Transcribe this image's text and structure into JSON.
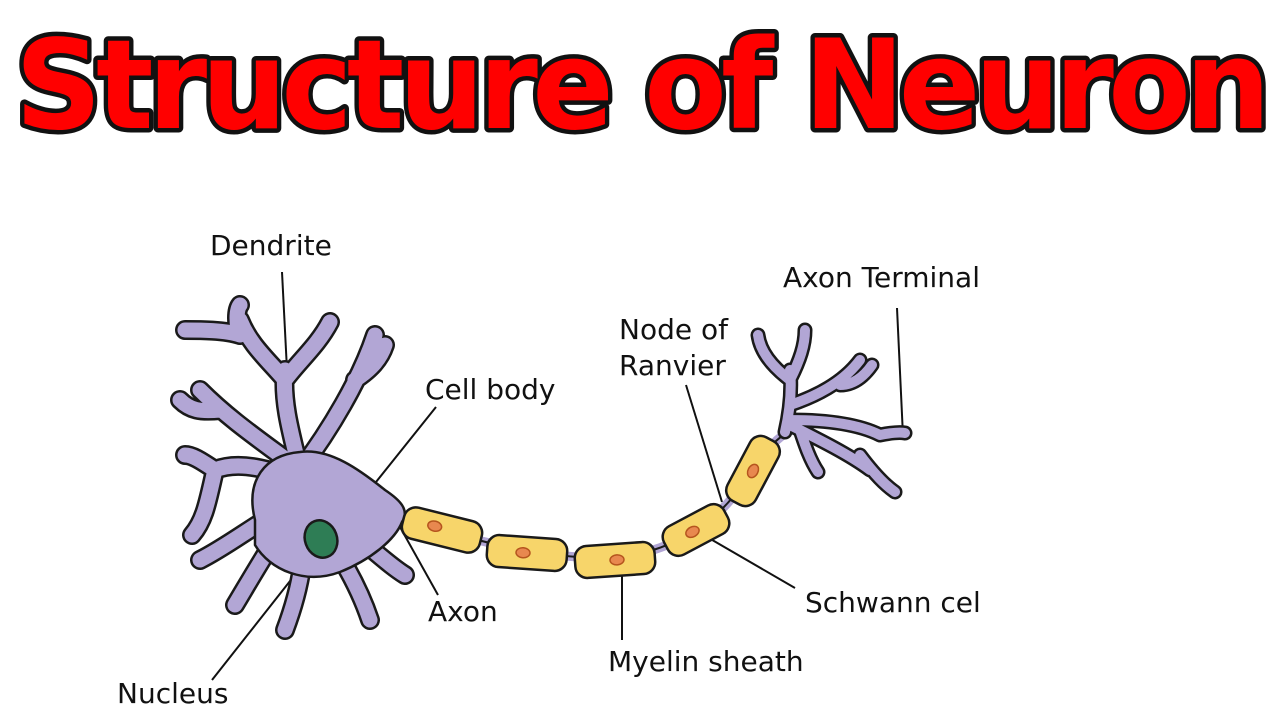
{
  "title": "Structure of Neuron",
  "labels": {
    "dendrite": "Dendrite",
    "cell_body": "Cell body",
    "nucleus": "Nucleus",
    "axon": "Axon",
    "myelin_sheath": "Myelin sheath",
    "schwann_cell": "Schwann cel",
    "node_of_ranvier_line1": "Node of",
    "node_of_ranvier_line2": "Ranvier",
    "axon_terminal": "Axon Terminal"
  },
  "colors": {
    "title_fill": "#ff0000",
    "title_outline": "#111111",
    "neuron_body": "#b2a6d5",
    "nucleus": "#2e7d55",
    "myelin": "#f7d56a",
    "schwann_nucleus": "#e8884f"
  }
}
